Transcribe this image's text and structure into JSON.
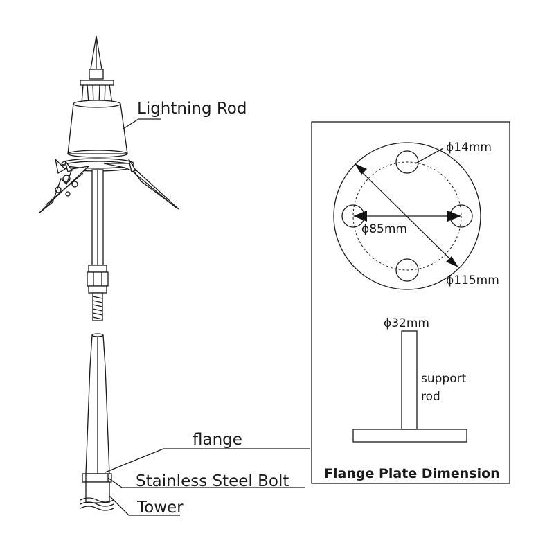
{
  "labels": {
    "lightning_rod": "Lightning Rod",
    "flange": "flange",
    "stainless_bolt": "Stainless Steel Bolt",
    "tower": "Tower"
  },
  "panel": {
    "title": "Flange Plate Dimension",
    "hole_diameter": "ϕ14mm",
    "bolt_circle": "ϕ85mm",
    "plate_diameter": "ϕ115mm",
    "rod_diameter": "ϕ32mm",
    "support_rod_line1": "support",
    "support_rod_line2": "rod"
  }
}
